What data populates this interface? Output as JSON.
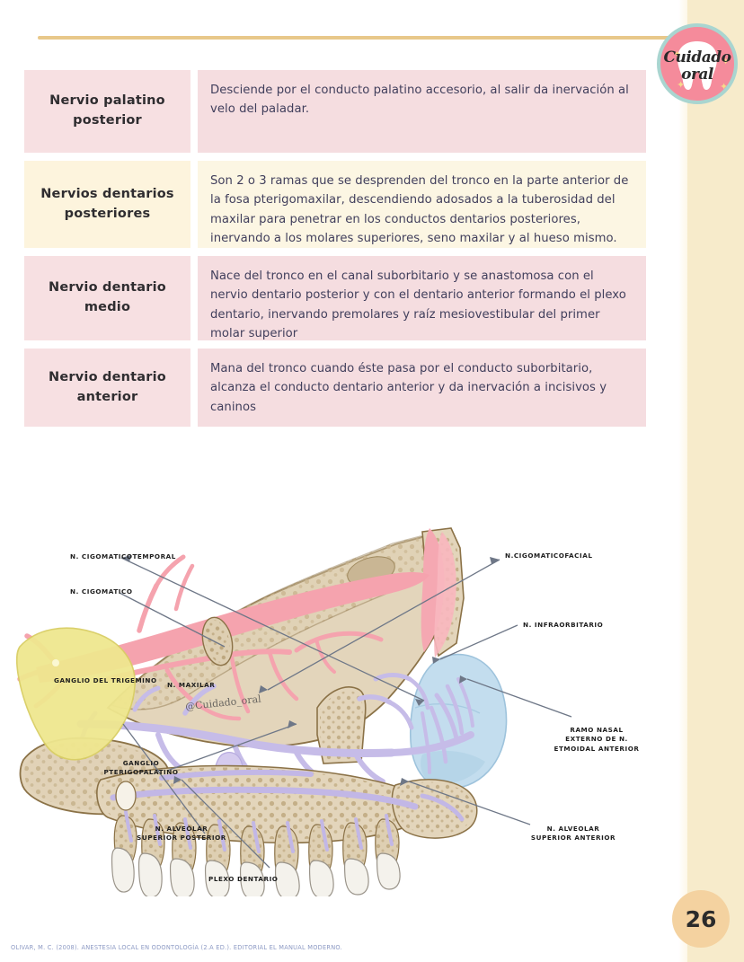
{
  "page": {
    "number": "26",
    "citation": "OLIVAR, M. C. (2008). ANESTESIA LOCAL EN ODONTOLOGÍA (2.A ED.). EDITORIAL EL MANUAL MODERNO."
  },
  "brand": {
    "line1": "Cuidado",
    "line2": "oral",
    "circle_color": "#F58B9B",
    "ring_color": "#A9D5D0",
    "tooth_color": "#FFFFFF"
  },
  "theme": {
    "rule_color": "#E8C88A",
    "side_strip_color": "#F7EBCB",
    "row_pink_label": "#F7E0E2",
    "row_pink_desc": "#F5DDE0",
    "row_cream_label": "#FDF4DD",
    "row_cream_desc": "#FCF6E3",
    "body_text_color": "#413F5C",
    "label_text_color": "#2F2D30",
    "page_badge_color": "#F4D2A0",
    "citation_color": "#8D9AC4"
  },
  "table": {
    "rows": [
      {
        "tone": "pink",
        "label": "Nervio palatino posterior",
        "description": "Desciende por el conducto palatino accesorio, al salir da inervación al velo del paladar."
      },
      {
        "tone": "cream",
        "label": "Nervios dentarios posteriores",
        "description": "Son 2 o 3 ramas que se desprenden del tronco en la parte anterior de la fosa pterigomaxilar, descendiendo adosados a la tuberosidad del maxilar para penetrar en los conductos dentarios posteriores, inervando a los molares superiores, seno maxilar y al hueso mismo."
      },
      {
        "tone": "pink",
        "label": "Nervio dentario medio",
        "description": "Nace del tronco en el canal suborbitario y se anastomosa con el nervio dentario posterior y con el dentario anterior formando el plexo dentario, inervando premolares y raíz mesiovestibular del primer molar superior"
      },
      {
        "tone": "pink",
        "label": "Nervio dentario anterior",
        "description": "Mana del tronco cuando éste pasa por el conducto suborbitario, alcanza el conducto dentario anterior y da inervación a incisivos y caninos"
      }
    ]
  },
  "figure": {
    "watermark": "@Cuidado_oral",
    "labels": {
      "cigomaticotemporal": "N. CIGOMATICOTEMPORAL",
      "cigomatico": "N. CIGOMATICO",
      "ganglio_trigemino": "GANGLIO  DEL TRIGEMINO",
      "maxilar": "N. MAXILAR",
      "ganglio_pterigopalatino_l1": "GANGLIO",
      "ganglio_pterigopalatino_l2": "PTERIGOPALATINO",
      "alveolar_post_l1": "N. ALVEOLAR",
      "alveolar_post_l2": "SUPERIOR POSTERIOR",
      "plexo_dentario": "PLEXO DENTARIO",
      "cigomaticofacial": "N.CIGOMATICOFACIAL",
      "infraorbitario": "N. INFRAORBITARIO",
      "ramo_nasal_l1": "RAMO NASAL",
      "ramo_nasal_l2": "EXTERNO DE N.",
      "ramo_nasal_l3": "ETMOIDAL ANTERIOR",
      "alveolar_ant_l1": "N. ALVEOLAR",
      "alveolar_ant_l2": "SUPERIOR ANTERIOR"
    },
    "colors": {
      "bone": "#D9C6A4",
      "bone_outline": "#8B7247",
      "vessel_pink": "#F4A9B0",
      "nerve_lavender": "#C6BCE8",
      "sinus_blue": "#BFDCEE",
      "ganglion_yellow": "#EFE48A",
      "tooth": "#F2F0EA"
    }
  }
}
